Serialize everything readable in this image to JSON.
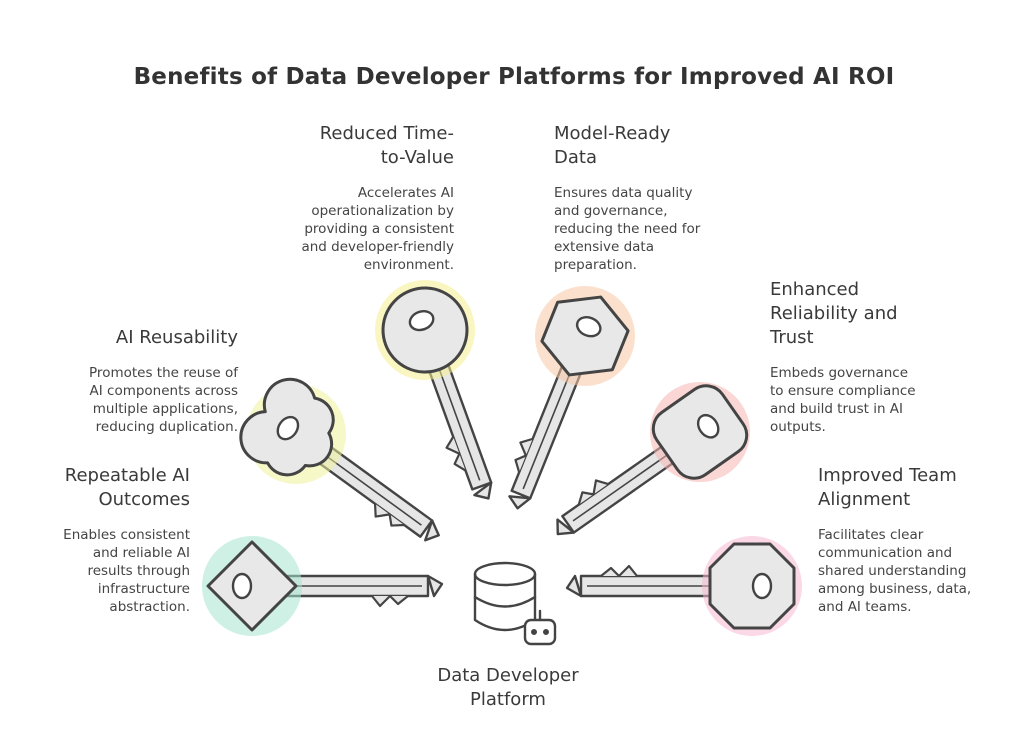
{
  "title": "Benefits of Data Developer Platforms for Improved AI ROI",
  "center": {
    "label_line1": "Data Developer",
    "label_line2": "Platform",
    "icon": "database-robot-icon"
  },
  "benefits": [
    {
      "key": "repeatable",
      "heading_lines": [
        "Repeatable AI",
        "Outcomes"
      ],
      "desc_lines": [
        "Enables consistent",
        "and reliable AI",
        "results through",
        "infrastructure",
        "abstraction."
      ],
      "color": "#a8e6cf"
    },
    {
      "key": "reusability",
      "heading_lines": [
        "AI Reusability"
      ],
      "desc_lines": [
        "Promotes the reuse of",
        "AI components across",
        "multiple applications,",
        "reducing duplication."
      ],
      "color": "#eef29a"
    },
    {
      "key": "time",
      "heading_lines": [
        "Reduced Time-",
        "to-Value"
      ],
      "desc_lines": [
        "Accelerates AI",
        "operationalization by",
        "providing a consistent",
        "and developer-friendly",
        "environment."
      ],
      "color": "#f6ee8f"
    },
    {
      "key": "model",
      "heading_lines": [
        "Model-Ready",
        "Data"
      ],
      "desc_lines": [
        "Ensures data quality",
        "and governance,",
        "reducing the need for",
        "extensive data",
        "preparation."
      ],
      "color": "#f8c9a4"
    },
    {
      "key": "reliability",
      "heading_lines": [
        "Enhanced",
        "Reliability and",
        "Trust"
      ],
      "desc_lines": [
        "Embeds governance",
        "to ensure compliance",
        "and build trust in AI",
        "outputs."
      ],
      "color": "#f6b7b2"
    },
    {
      "key": "alignment",
      "heading_lines": [
        "Improved Team",
        "Alignment"
      ],
      "desc_lines": [
        "Facilitates clear",
        "communication and",
        "shared understanding",
        "among business, data,",
        "and AI teams."
      ],
      "color": "#f5b8cf"
    }
  ]
}
